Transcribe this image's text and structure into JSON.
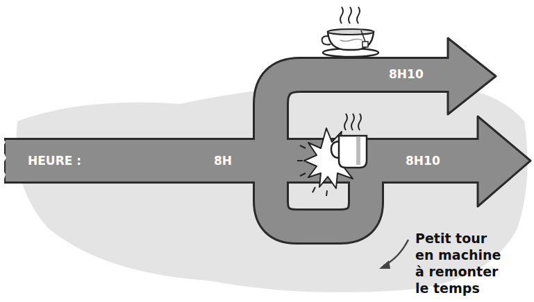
{
  "diagram": {
    "labels": [
      "HEURE :",
      "8H",
      "8H10",
      "8H10",
      "Petit tour en machine à remonter le temps"
    ]
  }
}
